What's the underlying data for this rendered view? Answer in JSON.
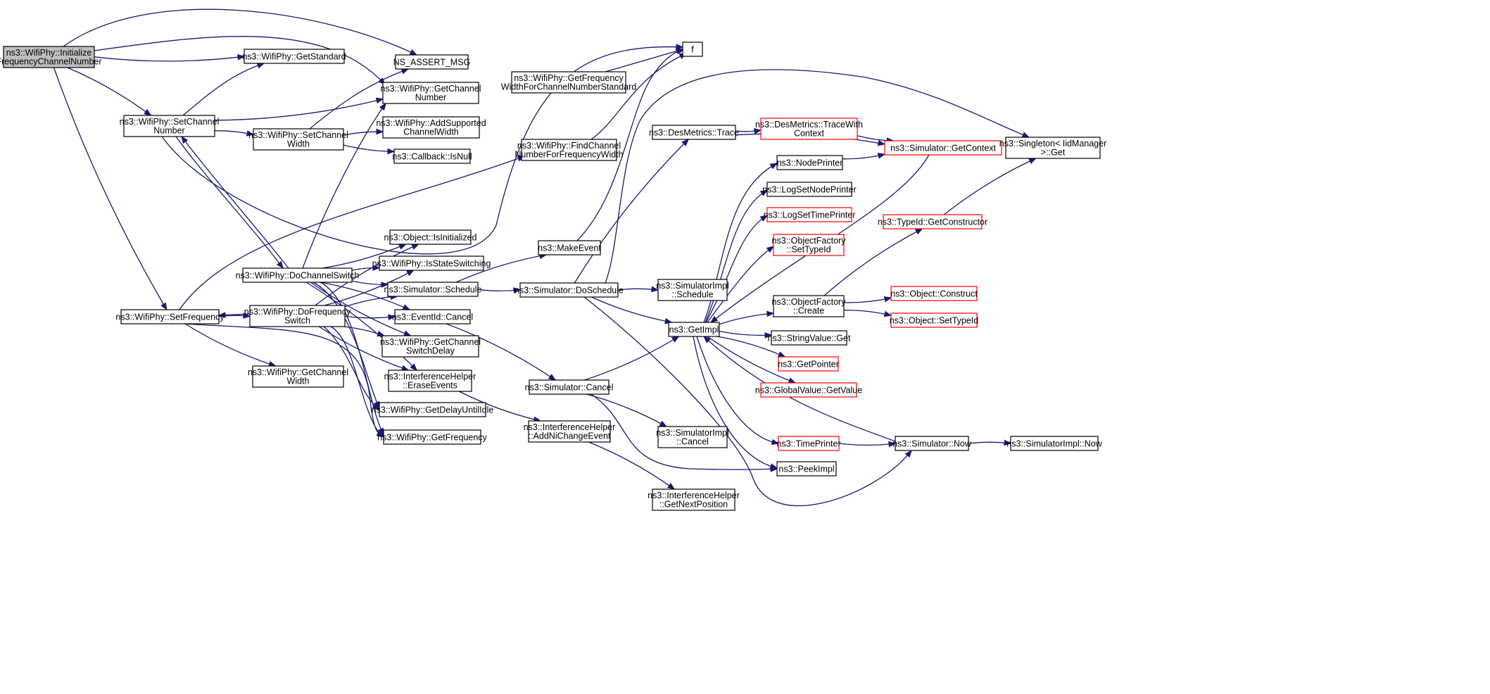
{
  "diagram": {
    "colors": {
      "edge": "#191970",
      "node_border": "#000000",
      "truncated_border": "#ff0000",
      "root_fill": "#bfbfbf",
      "node_fill": "#ffffff"
    },
    "nodes": [
      {
        "id": "init",
        "lines": [
          "ns3::WifiPhy::Initialize",
          "FrequencyChannelNumber"
        ],
        "style": "root"
      },
      {
        "id": "getStandard",
        "lines": [
          "ns3::WifiPhy::GetStandard"
        ],
        "style": "normal"
      },
      {
        "id": "nsAssert",
        "lines": [
          "NS_ASSERT_MSG"
        ],
        "style": "normal"
      },
      {
        "id": "getChannelNumber",
        "lines": [
          "ns3::WifiPhy::GetChannel",
          "Number"
        ],
        "style": "normal"
      },
      {
        "id": "setChannelNumber",
        "lines": [
          "ns3::WifiPhy::SetChannel",
          "Number"
        ],
        "style": "normal"
      },
      {
        "id": "setChannelWidth",
        "lines": [
          "ns3::WifiPhy::SetChannel",
          "Width"
        ],
        "style": "normal"
      },
      {
        "id": "addSupported",
        "lines": [
          "ns3::WifiPhy::AddSupported",
          "ChannelWidth"
        ],
        "style": "normal"
      },
      {
        "id": "isNull",
        "lines": [
          "ns3::Callback::IsNull"
        ],
        "style": "normal"
      },
      {
        "id": "getFreqWidth",
        "lines": [
          "ns3::WifiPhy::GetFrequency",
          "WidthForChannelNumberStandard"
        ],
        "style": "normal"
      },
      {
        "id": "f",
        "lines": [
          "f"
        ],
        "style": "normal"
      },
      {
        "id": "findChannel",
        "lines": [
          "ns3::WifiPhy::FindChannel",
          "NumberForFrequencyWidth"
        ],
        "style": "normal"
      },
      {
        "id": "desTrace",
        "lines": [
          "ns3::DesMetrics::Trace"
        ],
        "style": "normal"
      },
      {
        "id": "traceWithContext",
        "lines": [
          "ns3::DesMetrics::TraceWith",
          "Context"
        ],
        "style": "truncated"
      },
      {
        "id": "getContext",
        "lines": [
          "ns3::Simulator::GetContext"
        ],
        "style": "truncated"
      },
      {
        "id": "singletonGet",
        "lines": [
          "ns3::Singleton< IidManager",
          ">::Get"
        ],
        "style": "normal"
      },
      {
        "id": "nodePrinter",
        "lines": [
          "ns3::NodePrinter"
        ],
        "style": "normal"
      },
      {
        "id": "logSetNodePrinter",
        "lines": [
          "ns3::LogSetNodePrinter"
        ],
        "style": "normal"
      },
      {
        "id": "logSetTimePrinter",
        "lines": [
          "ns3::LogSetTimePrinter"
        ],
        "style": "truncated"
      },
      {
        "id": "getConstructor",
        "lines": [
          "ns3::TypeId::GetConstructor"
        ],
        "style": "truncated"
      },
      {
        "id": "objFactorySetTypeId",
        "lines": [
          "ns3::ObjectFactory",
          "::SetTypeId"
        ],
        "style": "truncated"
      },
      {
        "id": "isInitialized",
        "lines": [
          "ns3::Object::IsInitialized"
        ],
        "style": "normal"
      },
      {
        "id": "makeEvent",
        "lines": [
          "ns3::MakeEvent"
        ],
        "style": "normal"
      },
      {
        "id": "doChannelSwitch",
        "lines": [
          "ns3::WifiPhy::DoChannelSwitch"
        ],
        "style": "normal"
      },
      {
        "id": "isStateSwitching",
        "lines": [
          "ns3::WifiPhy::IsStateSwitching"
        ],
        "style": "normal"
      },
      {
        "id": "schedule",
        "lines": [
          "ns3::Simulator::Schedule"
        ],
        "style": "normal"
      },
      {
        "id": "doSchedule",
        "lines": [
          "ns3::Simulator::DoSchedule"
        ],
        "style": "normal"
      },
      {
        "id": "simImplSchedule",
        "lines": [
          "ns3::SimulatorImpl",
          "::Schedule"
        ],
        "style": "normal"
      },
      {
        "id": "objConstruct",
        "lines": [
          "ns3::Object::Construct"
        ],
        "style": "truncated"
      },
      {
        "id": "setFrequency",
        "lines": [
          "ns3::WifiPhy::SetFrequency"
        ],
        "style": "normal"
      },
      {
        "id": "doFreqSwitch",
        "lines": [
          "ns3::WifiPhy::DoFrequency",
          "Switch"
        ],
        "style": "normal"
      },
      {
        "id": "eventCancel",
        "lines": [
          "ns3::EventId::Cancel"
        ],
        "style": "normal"
      },
      {
        "id": "objFactoryCreate",
        "lines": [
          "ns3::ObjectFactory",
          "::Create"
        ],
        "style": "normal"
      },
      {
        "id": "objSetTypeId",
        "lines": [
          "ns3::Object::SetTypeId"
        ],
        "style": "truncated"
      },
      {
        "id": "getImpl",
        "lines": [
          "ns3::GetImpl"
        ],
        "style": "normal"
      },
      {
        "id": "stringValueGet",
        "lines": [
          "ns3::StringValue::Get"
        ],
        "style": "normal"
      },
      {
        "id": "getChannelSwitchDelay",
        "lines": [
          "ns3::WifiPhy::GetChannel",
          "SwitchDelay"
        ],
        "style": "normal"
      },
      {
        "id": "getPointer",
        "lines": [
          "ns3::GetPointer"
        ],
        "style": "truncated"
      },
      {
        "id": "getChannelWidth",
        "lines": [
          "ns3::WifiPhy::GetChannel",
          "Width"
        ],
        "style": "normal"
      },
      {
        "id": "eraseEvents",
        "lines": [
          "ns3::InterferenceHelper",
          "::EraseEvents"
        ],
        "style": "normal"
      },
      {
        "id": "simCancel",
        "lines": [
          "ns3::Simulator::Cancel"
        ],
        "style": "normal"
      },
      {
        "id": "globalValueGet",
        "lines": [
          "ns3::GlobalValue::GetValue"
        ],
        "style": "truncated"
      },
      {
        "id": "getDelayUntilIdle",
        "lines": [
          "ns3::WifiPhy::GetDelayUntilIdle"
        ],
        "style": "normal"
      },
      {
        "id": "addNiChange",
        "lines": [
          "ns3::InterferenceHelper",
          "::AddNiChangeEvent"
        ],
        "style": "normal"
      },
      {
        "id": "getFrequency",
        "lines": [
          "ns3::WifiPhy::GetFrequency"
        ],
        "style": "normal"
      },
      {
        "id": "simImplCancel",
        "lines": [
          "ns3::SimulatorImpl",
          "::Cancel"
        ],
        "style": "normal"
      },
      {
        "id": "timePrinter",
        "lines": [
          "ns3::TimePrinter"
        ],
        "style": "truncated"
      },
      {
        "id": "simNow",
        "lines": [
          "ns3::Simulator::Now"
        ],
        "style": "normal"
      },
      {
        "id": "simImplNow",
        "lines": [
          "ns3::SimulatorImpl::Now"
        ],
        "style": "normal"
      },
      {
        "id": "peekImpl",
        "lines": [
          "ns3::PeekImpl"
        ],
        "style": "normal"
      },
      {
        "id": "getNextPosition",
        "lines": [
          "ns3::InterferenceHelper",
          "::GetNextPosition"
        ],
        "style": "normal"
      }
    ],
    "edges": [
      [
        "init",
        "nsAssert"
      ],
      [
        "init",
        "getChannelNumber"
      ],
      [
        "init",
        "getStandard"
      ],
      [
        "init",
        "setChannelNumber"
      ],
      [
        "init",
        "setFrequency"
      ],
      [
        "setChannelNumber",
        "getStandard"
      ],
      [
        "setChannelNumber",
        "getChannelNumber"
      ],
      [
        "setChannelNumber",
        "setChannelWidth"
      ],
      [
        "setChannelNumber",
        "f"
      ],
      [
        "setChannelNumber",
        "doChannelSwitch"
      ],
      [
        "setChannelWidth",
        "nsAssert"
      ],
      [
        "setChannelWidth",
        "addSupported"
      ],
      [
        "setChannelWidth",
        "isNull"
      ],
      [
        "getFreqWidth",
        "f"
      ],
      [
        "findChannel",
        "f"
      ],
      [
        "makeEvent",
        "f"
      ],
      [
        "doChannelSwitch",
        "setChannelNumber"
      ],
      [
        "doChannelSwitch",
        "getChannelNumber"
      ],
      [
        "doChannelSwitch",
        "isInitialized"
      ],
      [
        "doChannelSwitch",
        "isStateSwitching"
      ],
      [
        "doChannelSwitch",
        "schedule"
      ],
      [
        "doChannelSwitch",
        "eventCancel"
      ],
      [
        "doChannelSwitch",
        "getChannelSwitchDelay"
      ],
      [
        "doChannelSwitch",
        "eraseEvents"
      ],
      [
        "doChannelSwitch",
        "getDelayUntilIdle"
      ],
      [
        "doChannelSwitch",
        "getFrequency"
      ],
      [
        "setFrequency",
        "findChannel"
      ],
      [
        "setFrequency",
        "doFreqSwitch"
      ],
      [
        "setFrequency",
        "getChannelWidth"
      ],
      [
        "setFrequency",
        "getFrequency"
      ],
      [
        "doFreqSwitch",
        "setFrequency"
      ],
      [
        "doFreqSwitch",
        "isInitialized"
      ],
      [
        "doFreqSwitch",
        "isStateSwitching"
      ],
      [
        "doFreqSwitch",
        "schedule"
      ],
      [
        "doFreqSwitch",
        "eventCancel"
      ],
      [
        "doFreqSwitch",
        "getChannelSwitchDelay"
      ],
      [
        "doFreqSwitch",
        "eraseEvents"
      ],
      [
        "doFreqSwitch",
        "getDelayUntilIdle"
      ],
      [
        "doFreqSwitch",
        "getFrequency"
      ],
      [
        "schedule",
        "makeEvent"
      ],
      [
        "schedule",
        "doSchedule"
      ],
      [
        "doSchedule",
        "desTrace"
      ],
      [
        "doSchedule",
        "singletonGet"
      ],
      [
        "doSchedule",
        "simImplSchedule"
      ],
      [
        "doSchedule",
        "getImpl"
      ],
      [
        "doSchedule",
        "simNow"
      ],
      [
        "desTrace",
        "traceWithContext"
      ],
      [
        "desTrace",
        "getContext"
      ],
      [
        "traceWithContext",
        "getContext"
      ],
      [
        "getConstructor",
        "singletonGet"
      ],
      [
        "nodePrinter",
        "getContext"
      ],
      [
        "eventCancel",
        "simCancel"
      ],
      [
        "eraseEvents",
        "addNiChange"
      ],
      [
        "addNiChange",
        "getNextPosition"
      ],
      [
        "simCancel",
        "getImpl"
      ],
      [
        "simCancel",
        "simImplCancel"
      ],
      [
        "simCancel",
        "peekImpl"
      ],
      [
        "getImpl",
        "nodePrinter"
      ],
      [
        "getImpl",
        "logSetNodePrinter"
      ],
      [
        "getImpl",
        "logSetTimePrinter"
      ],
      [
        "getImpl",
        "objFactorySetTypeId"
      ],
      [
        "getImpl",
        "objFactoryCreate"
      ],
      [
        "getImpl",
        "stringValueGet"
      ],
      [
        "getImpl",
        "getPointer"
      ],
      [
        "getImpl",
        "globalValueGet"
      ],
      [
        "getImpl",
        "timePrinter"
      ],
      [
        "getImpl",
        "peekImpl"
      ],
      [
        "getContext",
        "getImpl"
      ],
      [
        "simNow",
        "getImpl"
      ],
      [
        "objFactoryCreate",
        "getConstructor"
      ],
      [
        "objFactoryCreate",
        "objConstruct"
      ],
      [
        "objFactoryCreate",
        "objSetTypeId"
      ],
      [
        "timePrinter",
        "simNow"
      ],
      [
        "simNow",
        "simImplNow"
      ]
    ]
  }
}
